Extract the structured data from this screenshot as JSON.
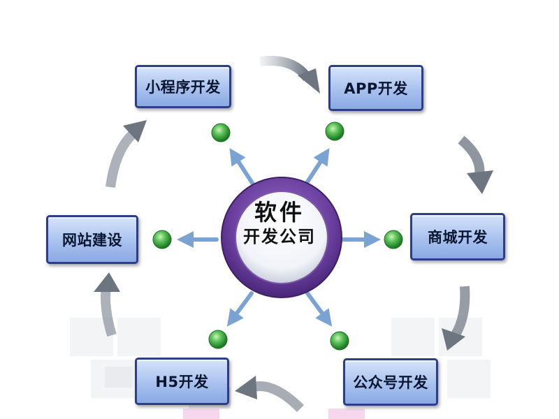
{
  "center": {
    "line1": "软件",
    "line2": "开发公司"
  },
  "nodes": {
    "mini_program": "小程序开发",
    "app": "APP开发",
    "mall": "商城开发",
    "official_account": "公众号开发",
    "h5": "H5开发",
    "website": "网站建设"
  },
  "colors": {
    "node_border": "#2c3f86",
    "node_fill": "#a8c1ee",
    "ring": "#6a3f9e",
    "arrow": "#7aa3d4",
    "cycle_arrow": "#8a929c",
    "dot": "#36a83a"
  }
}
